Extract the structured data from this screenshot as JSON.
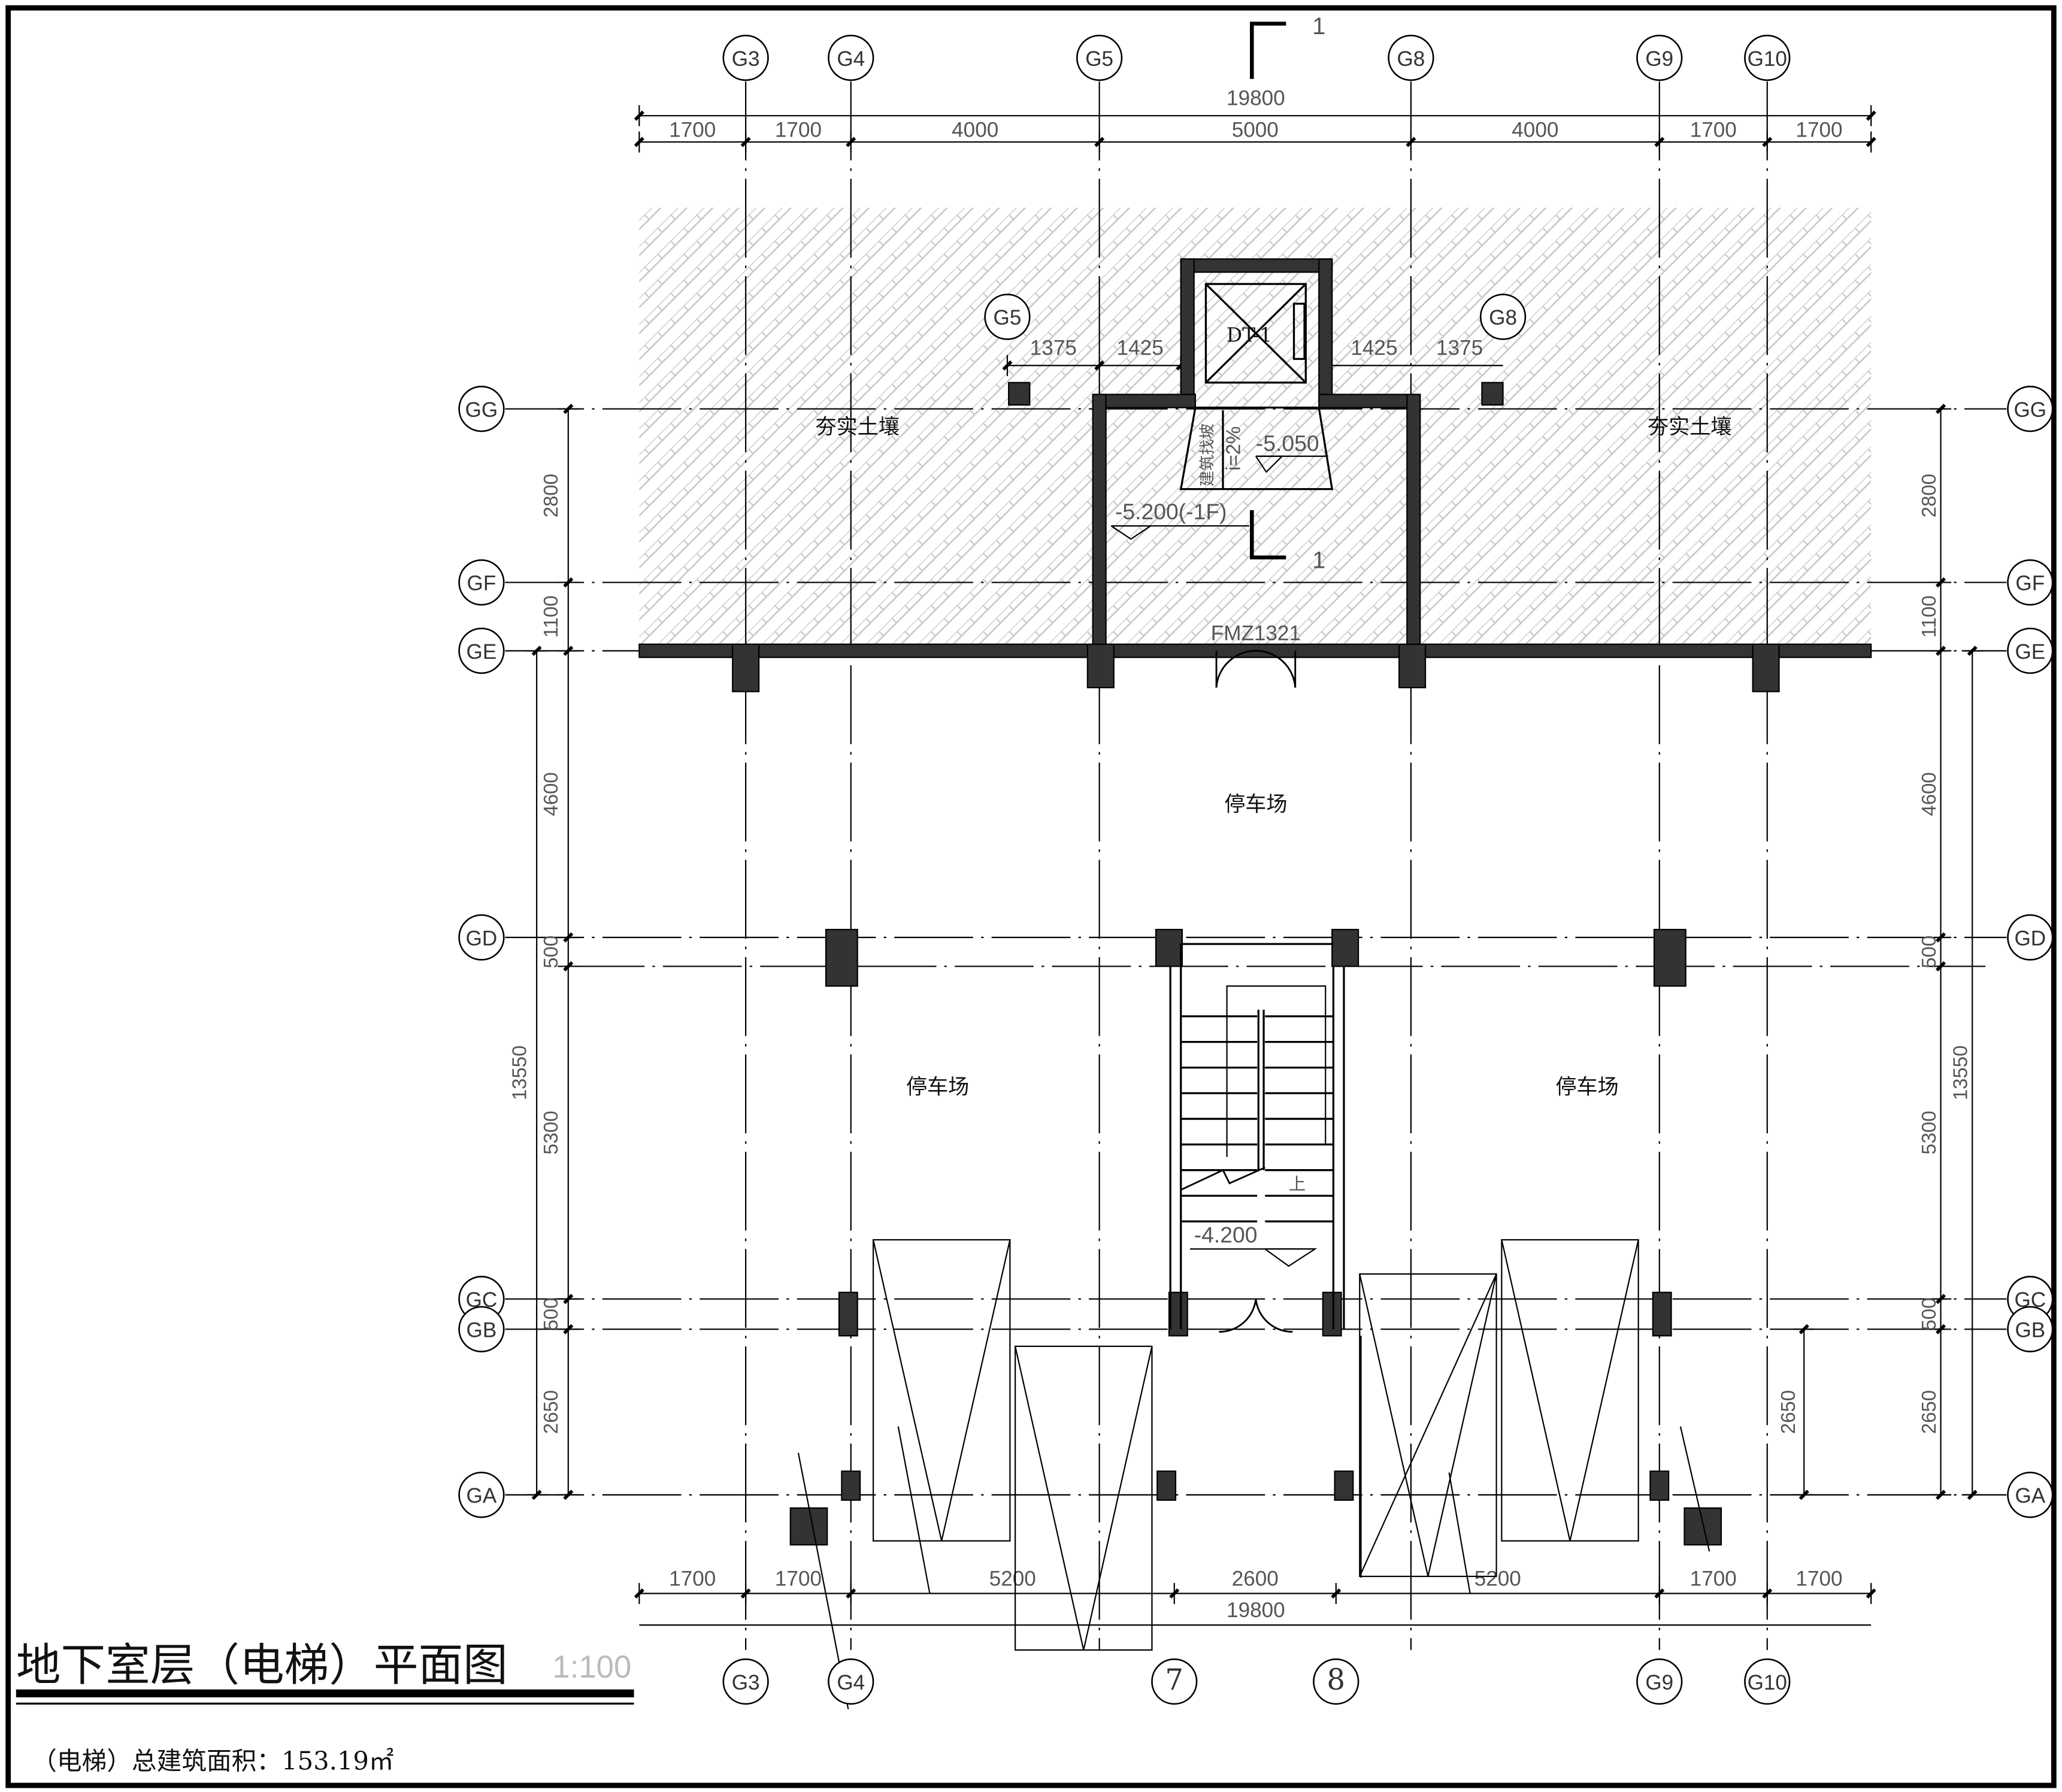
{
  "drawing": {
    "title": "地下室层（电梯）平面图",
    "scale": "1:100",
    "area_note": "（电梯）总建筑面积：153.19㎡"
  },
  "axes": {
    "top": [
      "G3",
      "G4",
      "G5",
      "G8",
      "G9",
      "G10"
    ],
    "bottom": [
      "G3",
      "G4",
      "7",
      "8",
      "G9",
      "G10"
    ],
    "rows": [
      "GG",
      "GF",
      "GE",
      "GD",
      "GC",
      "GB",
      "GA"
    ],
    "inner": [
      "G5",
      "G8"
    ]
  },
  "dims": {
    "top_total": "19800",
    "top": [
      "1700",
      "1700",
      "4000",
      "5000",
      "4000",
      "1700",
      "1700"
    ],
    "bottom": [
      "1700",
      "1700",
      "5200",
      "2600",
      "5200",
      "1700",
      "1700"
    ],
    "bottom_total": "19800",
    "side": [
      "2800",
      "1100",
      "4600",
      "500",
      "5300",
      "500",
      "2650"
    ],
    "side_total": "13550",
    "inner": [
      "1375",
      "1425",
      "1425",
      "1375"
    ],
    "inner_right_extra": "2650"
  },
  "labels": {
    "soil_left": "夯实土壤",
    "soil_right": "夯实土壤",
    "parking_top": "停车场",
    "parking_left": "停车场",
    "parking_right": "停车场",
    "door_code": "FMZ1321",
    "elevator": "DT-1",
    "pit_level": "-5.050",
    "floor_level": "-5.200(-1F)",
    "stair_level": "-4.200",
    "slope": "i=2%",
    "slope_note": "建筑找坡",
    "stair_up": "上",
    "section_mark_top": "1",
    "section_mark_bottom": "1"
  }
}
